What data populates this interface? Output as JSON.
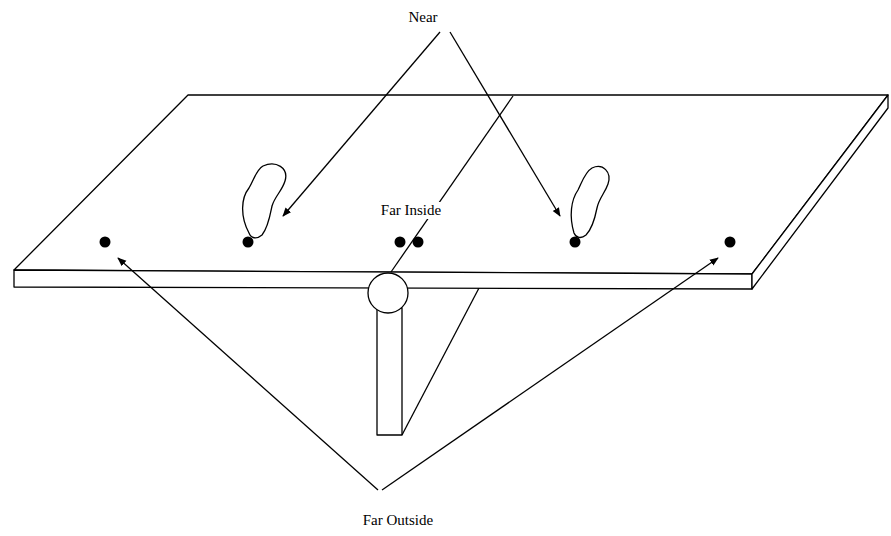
{
  "diagram": {
    "labels": [
      "Near",
      "Far Inside",
      "Far Outside"
    ]
  }
}
